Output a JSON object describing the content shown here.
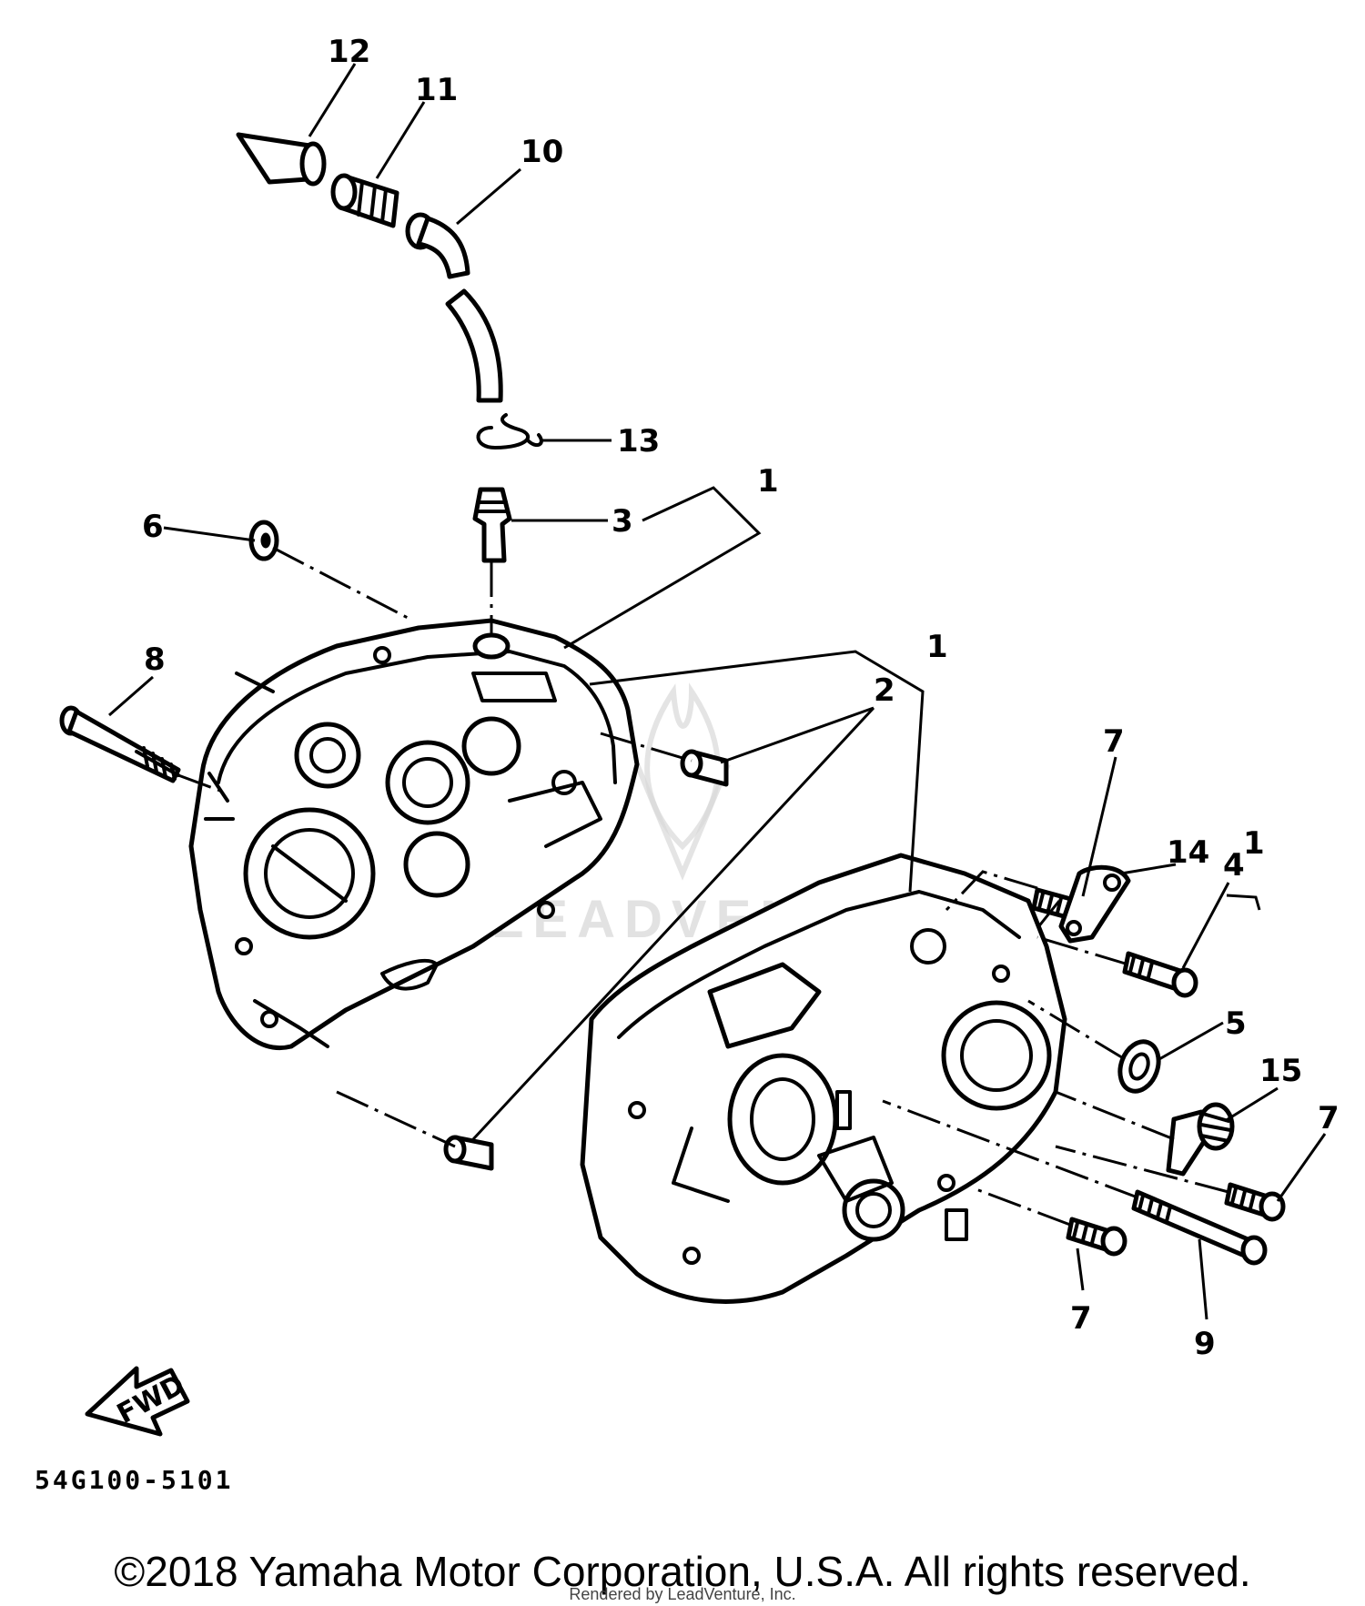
{
  "diagram": {
    "callouts": [
      {
        "id": "c12",
        "label": "12"
      },
      {
        "id": "c11",
        "label": "11"
      },
      {
        "id": "c10",
        "label": "10"
      },
      {
        "id": "c13",
        "label": "13"
      },
      {
        "id": "c3",
        "label": "3"
      },
      {
        "id": "c1a",
        "label": "1"
      },
      {
        "id": "c6",
        "label": "6"
      },
      {
        "id": "c8",
        "label": "8"
      },
      {
        "id": "c1b",
        "label": "1"
      },
      {
        "id": "c2",
        "label": "2"
      },
      {
        "id": "c7a",
        "label": "7"
      },
      {
        "id": "c14",
        "label": "14"
      },
      {
        "id": "c1c",
        "label": "1"
      },
      {
        "id": "c4",
        "label": "4"
      },
      {
        "id": "c5",
        "label": "5"
      },
      {
        "id": "c15",
        "label": "15"
      },
      {
        "id": "c7b",
        "label": "7"
      },
      {
        "id": "c7c",
        "label": "7"
      },
      {
        "id": "c9",
        "label": "9"
      }
    ],
    "forward_label": "FWD",
    "diagram_code": "54G100-5101",
    "watermark": "LEADVENTURE"
  },
  "footer": {
    "copyright": "©2018 Yamaha Motor Corporation, U.S.A. All rights reserved.",
    "rendered_by": "Rendered by LeadVenture, Inc."
  }
}
